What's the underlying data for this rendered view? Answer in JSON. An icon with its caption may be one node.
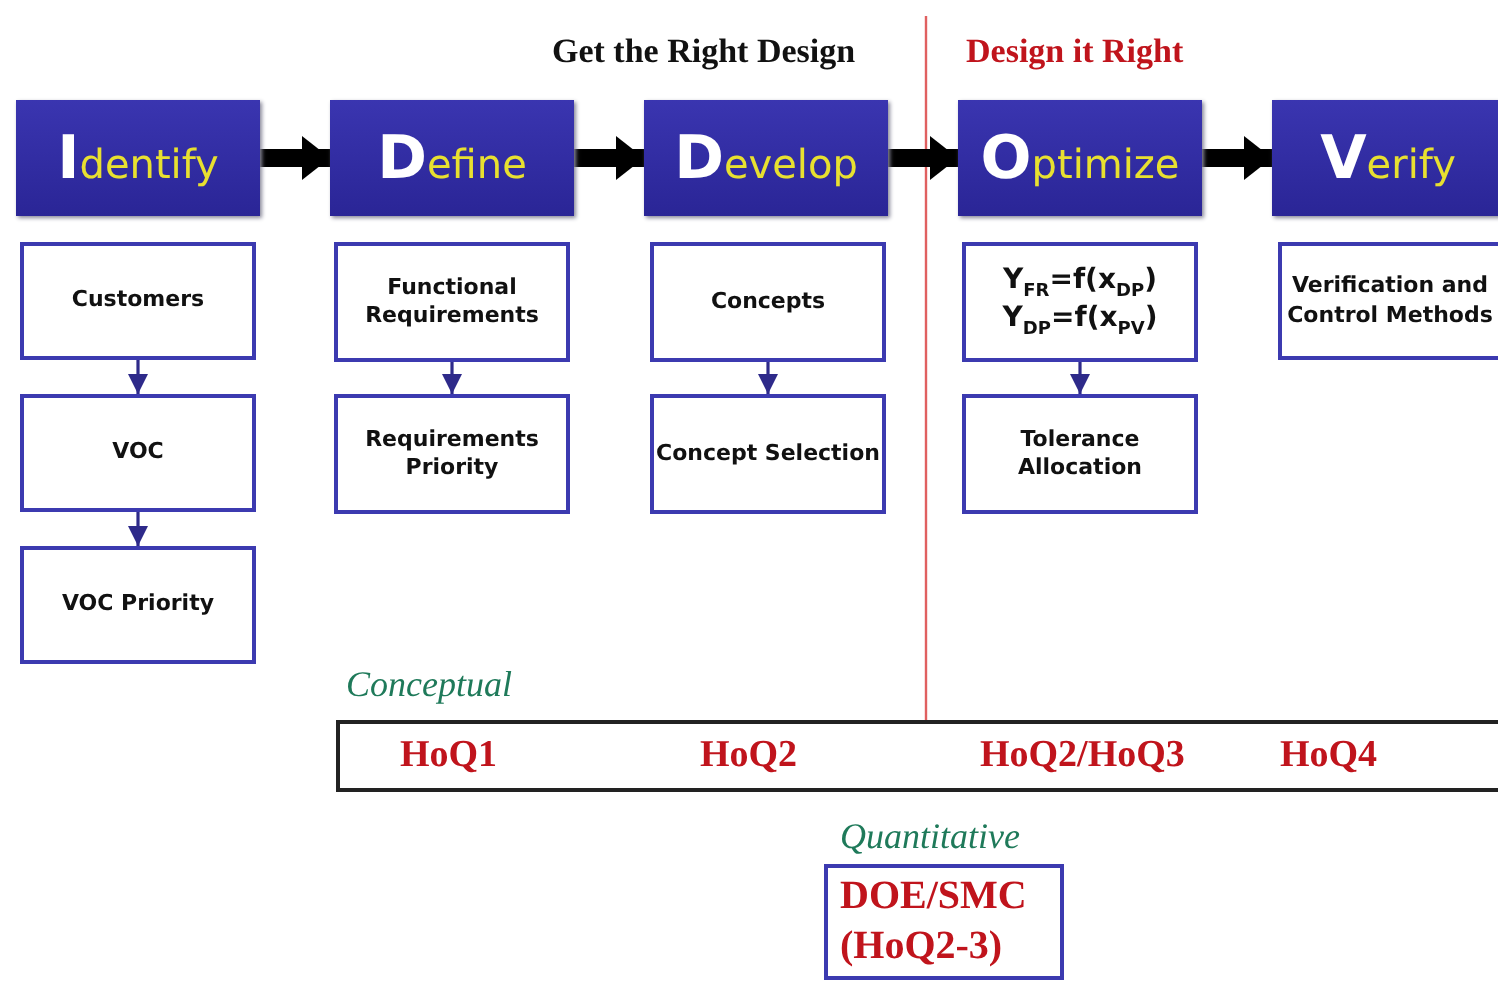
{
  "diagram": {
    "nodes": [
      {
        "text": [
          "Identify"
        ]
      },
      {
        "text": [
          "Define"
        ]
      },
      {
        "text": [
          "Develop"
        ]
      },
      {
        "text": [
          "Optimize"
        ]
      },
      {
        "text": [
          "Verify"
        ]
      },
      {
        "text": [
          "Customers"
        ]
      },
      {
        "text": [
          "VOC"
        ]
      },
      {
        "text": [
          "VOC Priority"
        ]
      },
      {
        "text": [
          "Functional Requirements"
        ]
      },
      {
        "text": [
          "Requirements Priority"
        ]
      },
      {
        "text": [
          "Concepts"
        ]
      },
      {
        "text": [
          "Concept Selection"
        ]
      },
      {
        "text": [
          "Y$_{FR}$=f(x$_{DP}$) Y$_{DP}$=f(x$_{PV}$)"
        ]
      },
      {
        "text": [
          "Tolerance Allocation"
        ]
      },
      {
        "text": [
          "Verification and Control Methods"
        ]
      },
      {
        "text": [
          "Conceptual",
          "HoQ1",
          "HoQ2",
          "HoQ2/HoQ3",
          "HoQ4"
        ]
      },
      {
        "text": [
          "Quantitative",
          "DOE/SMC (HoQ2-3)"
        ]
      }
    ],
    "edges": [
      {
        "from": 0,
        "to": 1,
        "arrow": "to",
        "style": "thick",
        "color": "#000000"
      },
      {
        "from": 1,
        "to": 2,
        "arrow": "to",
        "style": "thick",
        "color": "#000000"
      },
      {
        "from": 2,
        "to": 3,
        "arrow": "to",
        "style": "thick",
        "color": "#000000"
      },
      {
        "from": 3,
        "to": 4,
        "arrow": "to",
        "style": "thick",
        "color": "#000000"
      },
      {
        "from": 5,
        "to": 6,
        "arrow": "to"
      },
      {
        "from": 6,
        "to": 7,
        "arrow": "to"
      },
      {
        "from": 8,
        "to": 9,
        "arrow": "to"
      },
      {
        "from": 10,
        "to": 11,
        "arrow": "to"
      },
      {
        "from": 12,
        "to": 13,
        "arrow": "to"
      }
    ],
    "labels": [
      "Get the Right Design",
      "Design it Right"
    ]
  }
}
